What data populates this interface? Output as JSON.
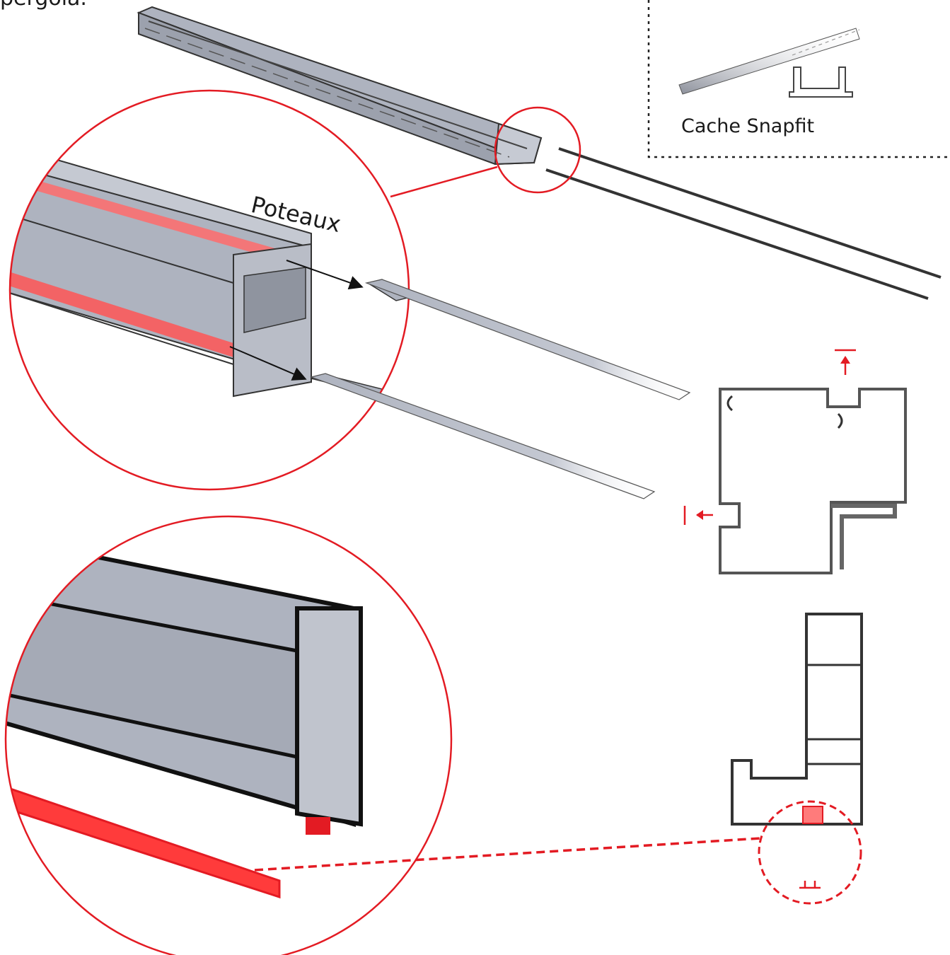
{
  "header": {
    "partial_text": "pergola."
  },
  "callouts": {
    "poteaux": "Poteaux",
    "cache_snapfit": "Cache Snapfit"
  },
  "colors": {
    "accent_red": "#e31b23",
    "profile_fill": "#aeb3bf",
    "profile_stroke": "#2a2a2a",
    "outline": "#333333"
  },
  "icons": [
    "magnifier-circle",
    "cross-section",
    "dashed-leader"
  ]
}
